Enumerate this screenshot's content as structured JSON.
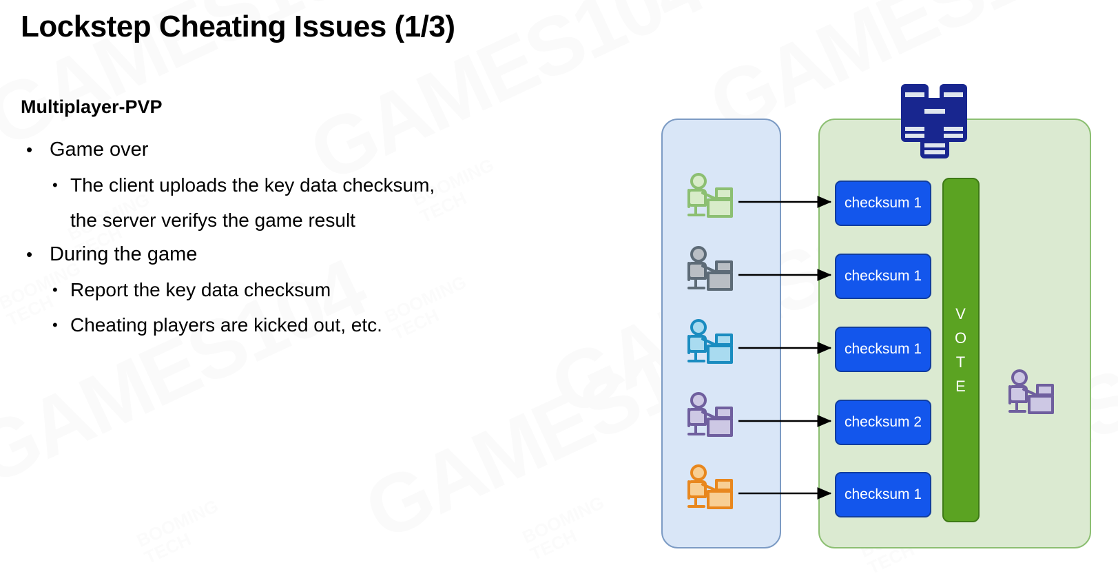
{
  "slide": {
    "title": "Lockstep Cheating Issues (1/3)",
    "subheading": "Multiplayer-PVP",
    "bullets": [
      {
        "level": 1,
        "marker": "•",
        "text": "Game over",
        "children": [
          {
            "level": 2,
            "marker": "•",
            "text": "The client uploads the key data checksum,"
          },
          {
            "level": 2,
            "marker": "",
            "text": "the server verifys the game result"
          }
        ]
      },
      {
        "level": 1,
        "marker": "•",
        "text": "During the game",
        "children": [
          {
            "level": 2,
            "marker": "•",
            "text": "Report the key data checksum"
          },
          {
            "level": 2,
            "marker": "•",
            "text": "Cheating players are kicked out, etc."
          }
        ]
      }
    ]
  },
  "watermarks": {
    "primary": "GAMES104",
    "secondary_line1": "BOOMING",
    "secondary_line2": "TECH"
  },
  "diagram": {
    "client_panel": {
      "label": "client-panel",
      "fill": "#d9e6f7",
      "stroke": "#7c9bc4",
      "clients": [
        {
          "id": "client-1",
          "color": "#8cbf72",
          "fill": "#d8ecc9"
        },
        {
          "id": "client-2",
          "color": "#5d6b77",
          "fill": "#b9bec4"
        },
        {
          "id": "client-3",
          "color": "#1a8cc0",
          "fill": "#a9dbf0"
        },
        {
          "id": "client-4",
          "color": "#6f5f9e",
          "fill": "#cdc8e4"
        },
        {
          "id": "client-5",
          "color": "#e8871e",
          "fill": "#f8cf94"
        }
      ]
    },
    "server_panel": {
      "label": "server-panel",
      "fill": "#dbead1",
      "stroke": "#8cbf72",
      "server_icon_color": "#18268f",
      "checksums": [
        {
          "label": "checksum 1",
          "value": 1
        },
        {
          "label": "checksum 1",
          "value": 1
        },
        {
          "label": "checksum 1",
          "value": 1
        },
        {
          "label": "checksum 2",
          "value": 2
        },
        {
          "label": "checksum 1",
          "value": 1
        }
      ],
      "checksum_fill": "#1356ec",
      "checksum_stroke": "#113d9e",
      "vote": {
        "letters": [
          "V",
          "O",
          "T",
          "E"
        ],
        "fill": "#5ba322",
        "stroke": "#3e7a16"
      },
      "outlier": {
        "id": "kicked-player",
        "color": "#6f5f9e",
        "fill": "#cdc8e4"
      }
    },
    "arrow_color": "#000000"
  }
}
